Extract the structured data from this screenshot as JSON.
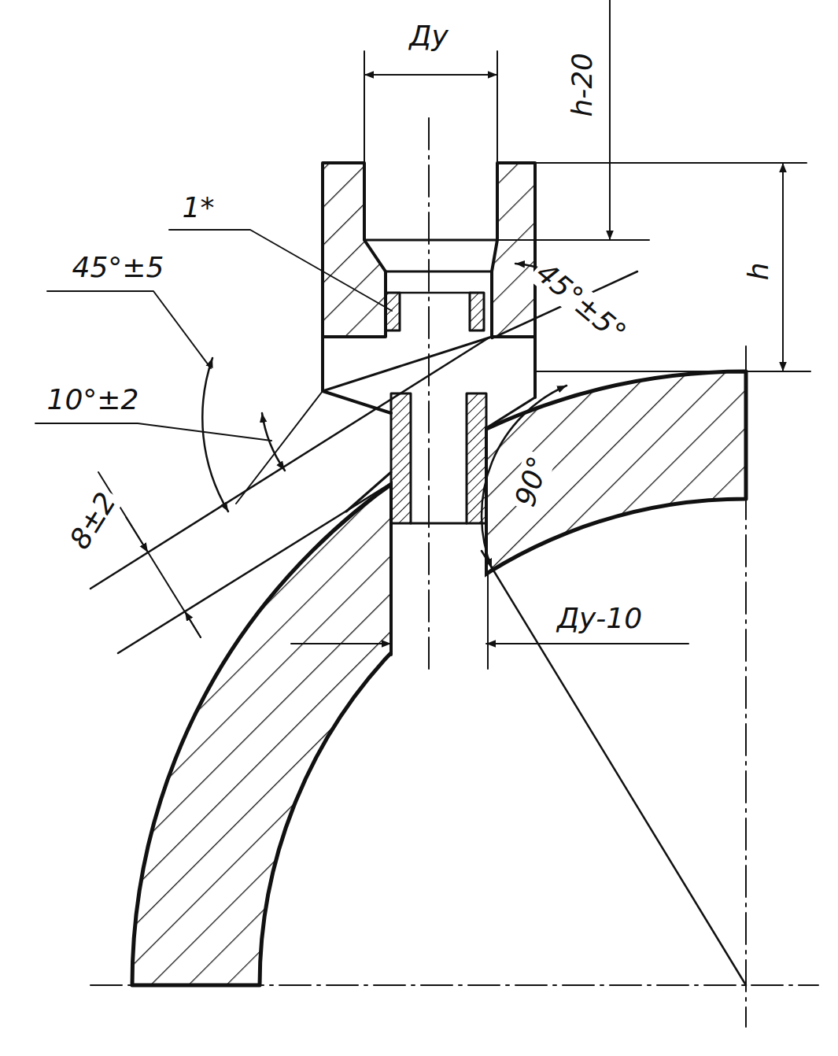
{
  "diagram": {
    "labels": [
      "Ду",
      "h-20",
      "1*",
      "45°±5",
      "45°±5°",
      "h",
      "10°±2",
      "8±2",
      "90°",
      "Ду-10"
    ]
  }
}
